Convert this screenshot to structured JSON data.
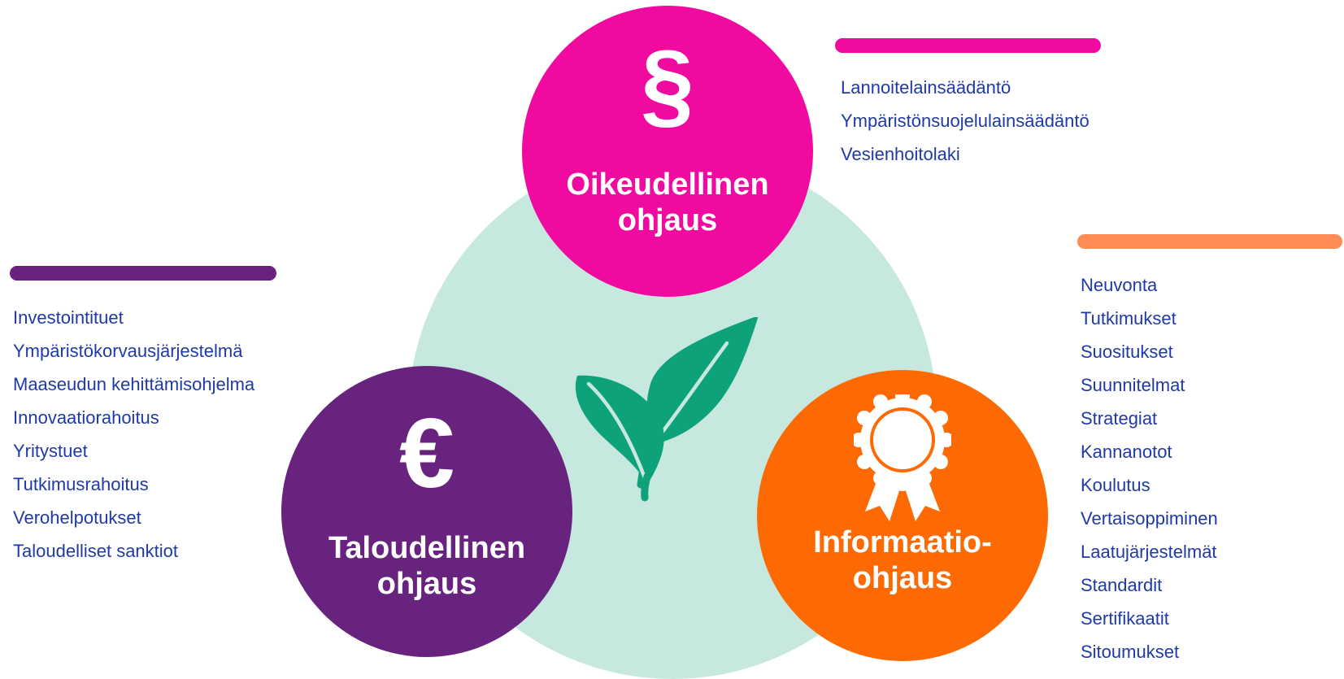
{
  "colors": {
    "background_circle": "#c6e8df",
    "legal": "#f00a9f",
    "economic": "#68237e",
    "information": "#fd6a04",
    "info_bar": "#ff8c55",
    "leaf": "#0ea27b",
    "list_text": "#1f3aa6"
  },
  "center": {
    "icon": "leaf-sprout-icon"
  },
  "legal": {
    "icon": "section-sign-icon",
    "symbol": "§",
    "title_line1": "Oikeudellinen",
    "title_line2": "ohjaus",
    "items": [
      "Lannoitelainsäädäntö",
      "Ympäristönsuojelulainsäädäntö",
      "Vesienhoitolaki"
    ]
  },
  "economic": {
    "icon": "euro-sign-icon",
    "symbol": "€",
    "title_line1": "Taloudellinen",
    "title_line2": "ohjaus",
    "items": [
      "Investointituet",
      "Ympäristökorvausjärjestelmä",
      "Maaseudun kehittämisohjelma",
      "Innovaatiorahoitus",
      "Yritystuet",
      "Tutkimusrahoitus",
      "Verohelpotukset",
      "Taloudelliset sanktiot"
    ]
  },
  "information": {
    "icon": "award-rosette-icon",
    "title_line1": "Informaatio-",
    "title_line2": "ohjaus",
    "items": [
      "Neuvonta",
      "Tutkimukset",
      "Suositukset",
      "Suunnitelmat",
      "Strategiat",
      "Kannanotot",
      "Koulutus",
      "Vertaisoppiminen",
      "Laatujärjestelmät",
      "Standardit",
      "Sertifikaatit",
      "Sitoumukset"
    ]
  }
}
